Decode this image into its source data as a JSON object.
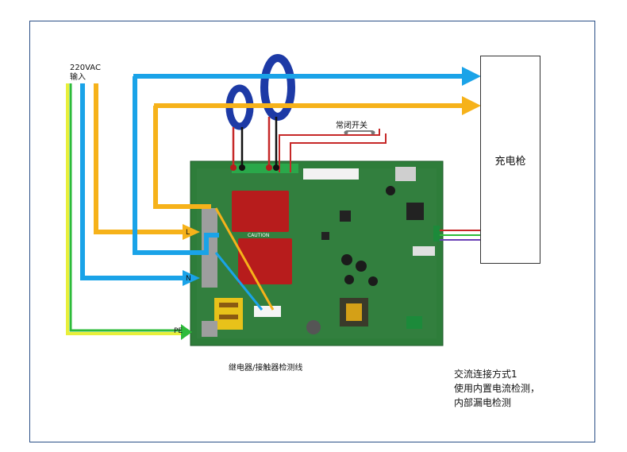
{
  "input": {
    "voltage": "220VAC",
    "label": "输入"
  },
  "terminals": {
    "L": "L",
    "N": "N",
    "PE": "PE"
  },
  "switch_label": "常闭开关",
  "gun_label": "充电枪",
  "relay_caption": "继电器/接触器检测线",
  "board_mark": "CAUTION",
  "note": {
    "line1": "交流连接方式1",
    "line2": "使用内置电流检测，",
    "line3": "内部漏电检测"
  },
  "colors": {
    "frame": "#2a4f86",
    "wire_blue": "#1aa3e8",
    "wire_orange": "#f6b21a",
    "wire_pe_yellow": "#e8ef3a",
    "wire_pe_green": "#2dbb3a",
    "ct_ring": "#1d3aa6",
    "board_green": "#2e7d3a"
  }
}
